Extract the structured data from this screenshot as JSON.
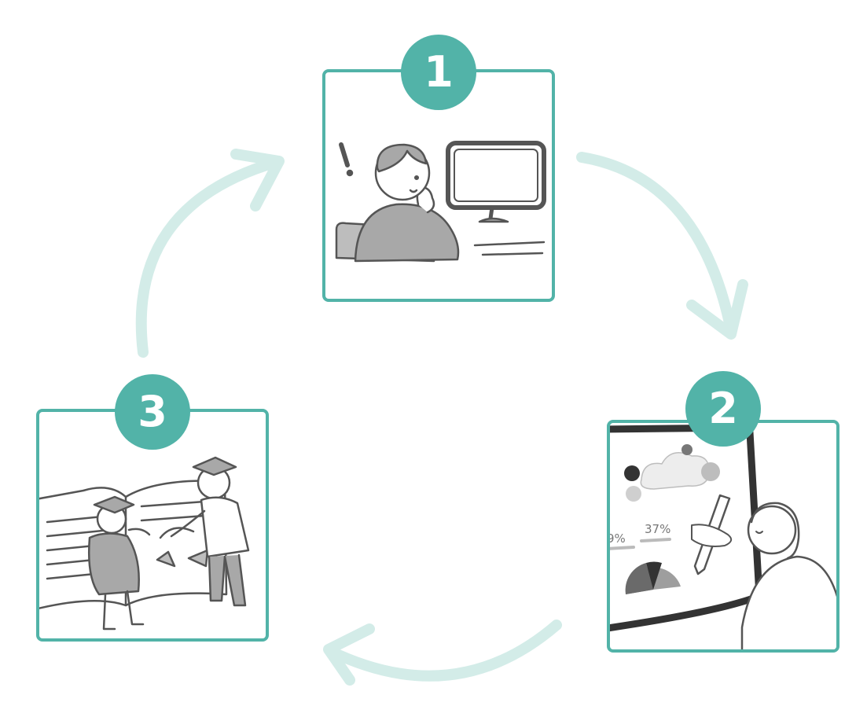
{
  "colors": {
    "accent": "#52b3a8",
    "arrow": "#d3ece8",
    "sketch": "#555555",
    "shade": "#a8a8a8"
  },
  "steps": [
    {
      "number": "1",
      "illustration": "person-thinking-at-computer"
    },
    {
      "number": "2",
      "illustration": "person-with-pen-and-tablet-charts"
    },
    {
      "number": "3",
      "illustration": "graduates-with-open-book"
    }
  ],
  "tablet_labels": {
    "left": "9%",
    "right": "37%"
  }
}
